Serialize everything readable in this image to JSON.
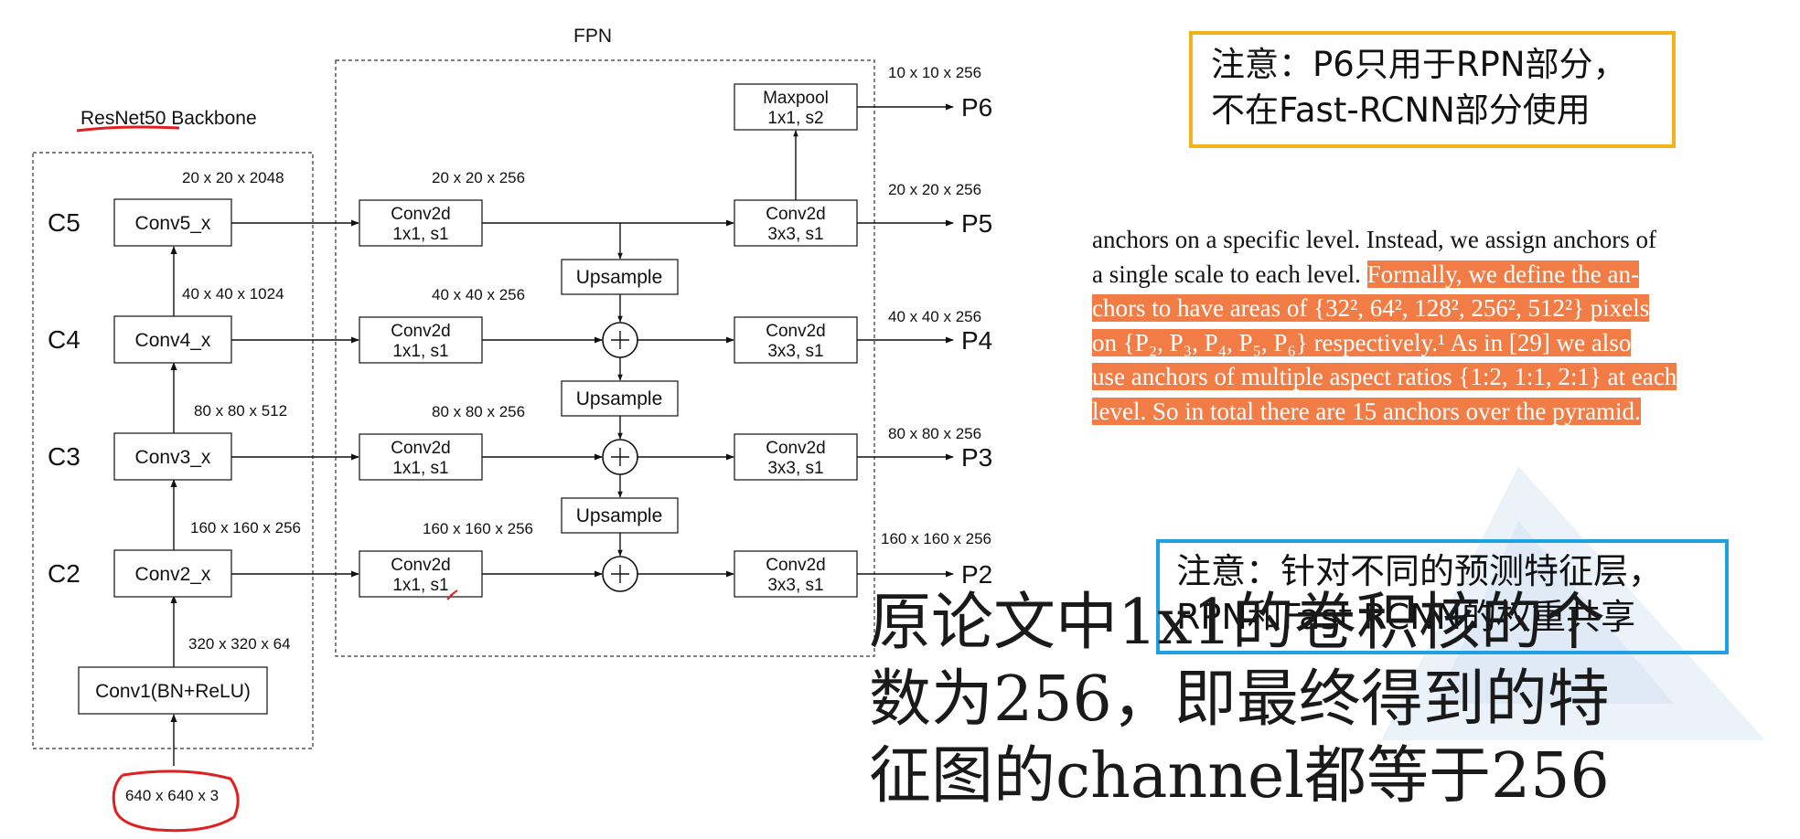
{
  "fpn_title": "FPN",
  "backbone_title": "ResNet50 Backbone",
  "input_dim": "640 x 640 x 3",
  "backbone": {
    "stem_label": "Conv1(BN+ReLU)",
    "stem_dim": "320 x 320 x 64",
    "stages": [
      {
        "level": "C2",
        "block": "Conv2_x",
        "dim": "160 x 160 x 256"
      },
      {
        "level": "C3",
        "block": "Conv3_x",
        "dim": "80 x 80 x 512"
      },
      {
        "level": "C4",
        "block": "Conv4_x",
        "dim": "40 x 40 x 1024"
      },
      {
        "level": "C5",
        "block": "Conv5_x",
        "dim": "20 x 20 x 2048"
      }
    ]
  },
  "fpn": {
    "lateral": [
      {
        "line1": "Conv2d",
        "line2": "1x1, s1",
        "dim": "160 x 160 x 256"
      },
      {
        "line1": "Conv2d",
        "line2": "1x1, s1",
        "dim": "80 x 80 x 256"
      },
      {
        "line1": "Conv2d",
        "line2": "1x1, s1",
        "dim": "40 x 40 x 256"
      },
      {
        "line1": "Conv2d",
        "line2": "1x1, s1",
        "dim": "20 x 20 x 256"
      }
    ],
    "upsample_label": "Upsample",
    "smooth": [
      {
        "line1": "Conv2d",
        "line2": "3x3, s1",
        "dim": "160 x 160 x 256",
        "out": "P2"
      },
      {
        "line1": "Conv2d",
        "line2": "3x3, s1",
        "dim": "80 x 80 x 256",
        "out": "P3"
      },
      {
        "line1": "Conv2d",
        "line2": "3x3, s1",
        "dim": "40 x 40 x 256",
        "out": "P4"
      },
      {
        "line1": "Conv2d",
        "line2": "3x3, s1",
        "dim": "20 x 20 x 256",
        "out": "P5"
      }
    ],
    "maxpool": {
      "line1": "Maxpool",
      "line2": "1x1, s2",
      "dim": "10 x 10 x 256",
      "out": "P6"
    }
  },
  "notes": {
    "p6_lines": [
      "注意：P6只用于RPN部分，",
      "不在Fast-RCNN部分使用"
    ],
    "rpn_lines": [
      "注意：针对不同的预测特征层，",
      "RPN和Fast RCNN的权重共享"
    ]
  },
  "paper": {
    "line1": "anchors on a specific level.  Instead, we assign anchors of",
    "line2_plain": "a single scale to each level.  ",
    "line2_hl": "Formally, we define the an-",
    "line3": "chors to have areas of {32², 64², 128², 256², 512²} pixels",
    "line4": "on {P₂, P₃, P₄, P₅, P₆} respectively.¹  As in [29] we also",
    "line5": "use anchors of multiple aspect ratios {1:2, 1:1, 2:1} at each",
    "line6": "level. So in total there are 15 anchors over the pyramid."
  },
  "caption_lines": [
    "原论文中1x1的卷积核的个",
    "数为256，即最终得到的特",
    "征图的channel都等于256"
  ],
  "colors": {
    "p6_note_border": "#f2b21c",
    "rpn_note_border": "#1ea1e3",
    "highlight": "#f27c46",
    "annotation_red": "#e02020"
  }
}
